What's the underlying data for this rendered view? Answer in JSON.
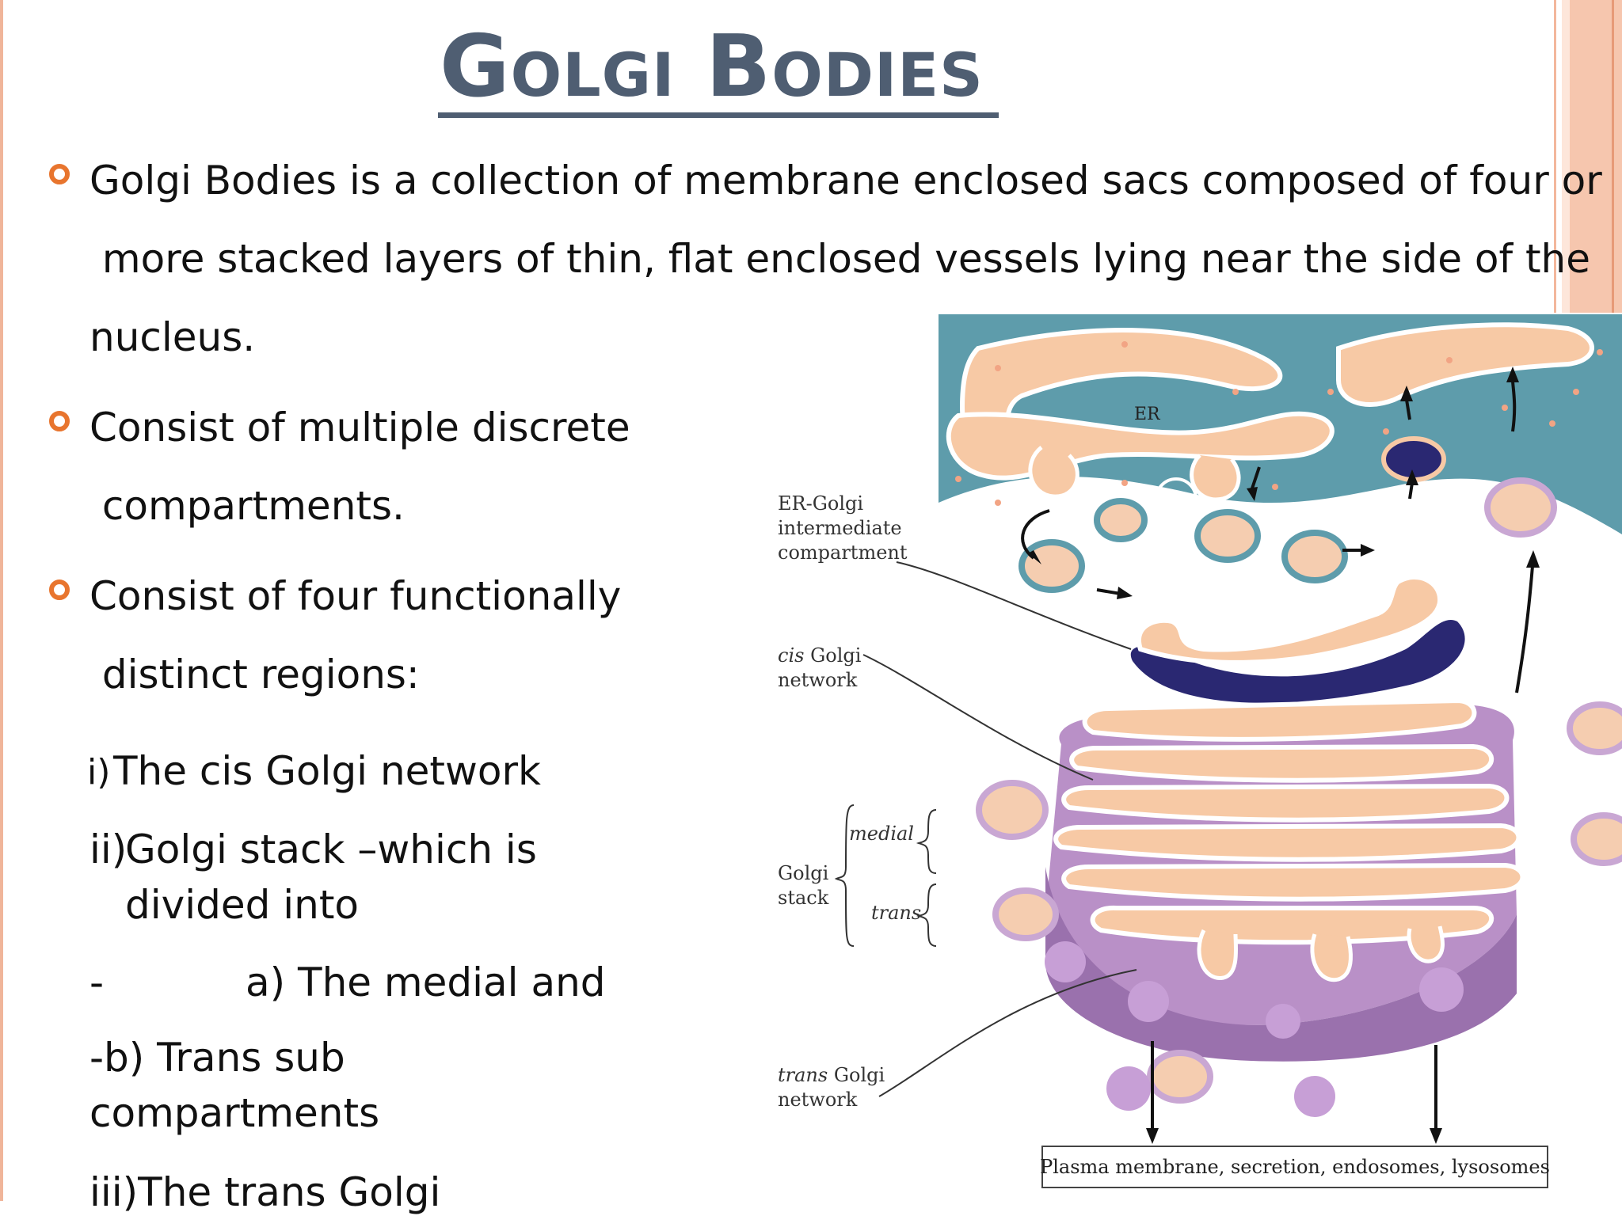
{
  "slide": {
    "title": "Golgi Bodies",
    "bullets": [
      {
        "lines": [
          "Golgi Bodies is a collection of membrane enclosed sacs composed of four or",
          " more stacked layers of thin, flat enclosed vessels lying near the side of the",
          "nucleus."
        ]
      },
      {
        "lines": [
          "Consist of multiple discrete",
          " compartments."
        ]
      },
      {
        "lines": [
          "Consist of four functionally",
          " distinct regions:"
        ]
      }
    ],
    "list": {
      "i": "i)",
      "i_text": "The cis Golgi network",
      "ii": "ii)",
      "ii_text_1": "Golgi stack –which is",
      "ii_text_2": "divided into",
      "dash": "-",
      "a_text": "a) The medial and",
      "b_text": "-b) Trans sub",
      "b_text_2": "compartments",
      "iii_text": "iii)The trans Golgi"
    }
  },
  "figure": {
    "labels": {
      "er": "ER",
      "ergic_1": "ER-Golgi",
      "ergic_2": "intermediate",
      "ergic_3": "compartment",
      "cis_1": "cis",
      "cis_2": " Golgi",
      "cis_3": "network",
      "medial": "medial",
      "golgi_1": "Golgi",
      "golgi_2": "stack",
      "trans": "trans",
      "tgn_1": "trans",
      "tgn_2": " Golgi",
      "tgn_3": "network",
      "destinations": "Plasma membrane, secretion, endosomes, lysosomes"
    },
    "colors": {
      "er_lumen": "#5e9cab",
      "cisterna": "#f7c9a5",
      "cis_network": "#2a2872",
      "trans_network": "#9a71ad",
      "vesicle": "#f5cdb0",
      "bullet": "#e8752e",
      "title": "#4f5e72"
    }
  }
}
